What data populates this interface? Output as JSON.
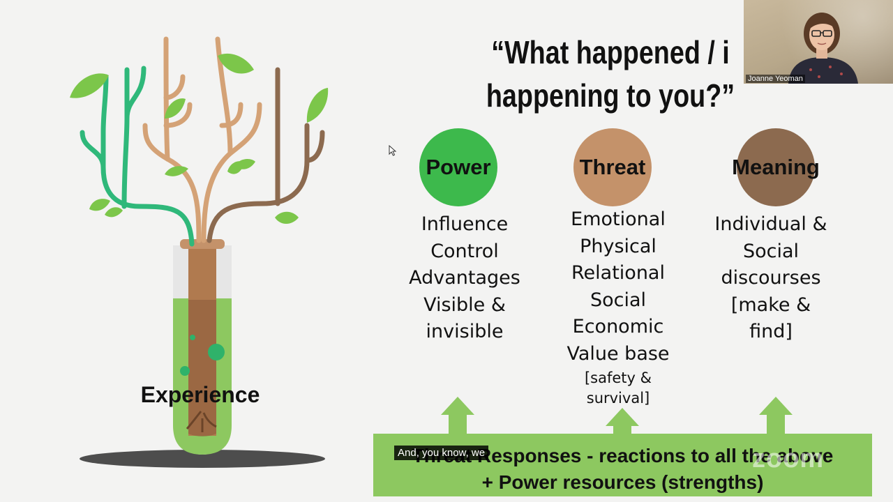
{
  "slide": {
    "title_line1": "“What happened / i",
    "title_line2": "happening to you?”",
    "experience_label": "Experience",
    "columns": {
      "power": {
        "heading": "Power",
        "color": "#3db94c",
        "items": [
          "Influence",
          "Control",
          "Advantages",
          "Visible &",
          "invisible"
        ]
      },
      "threat": {
        "heading": "Threat",
        "color": "#c4926a",
        "items": [
          "Emotional",
          "Physical",
          "Relational",
          "Social",
          "Economic",
          "Value base"
        ],
        "note_line1": "[safety &",
        "note_line2": "survival]"
      },
      "meaning": {
        "heading": "Meaning",
        "color": "#8c6a4f",
        "items": [
          "Individual &",
          "Social",
          "discourses",
          "[make &",
          "find]"
        ]
      }
    },
    "bottom_box": {
      "line1": "Threat Responses - reactions to all the above",
      "line2": "+    Power resources (strengths)",
      "color": "#8dc860"
    }
  },
  "webcam": {
    "participant_name": "Joanne Yeoman"
  },
  "caption": {
    "text": "And, you know, we"
  },
  "watermark": {
    "text": "zoom"
  },
  "icons": {
    "cursor": "mouse-pointer-icon",
    "illustration": "tree-in-test-tube-icon"
  }
}
